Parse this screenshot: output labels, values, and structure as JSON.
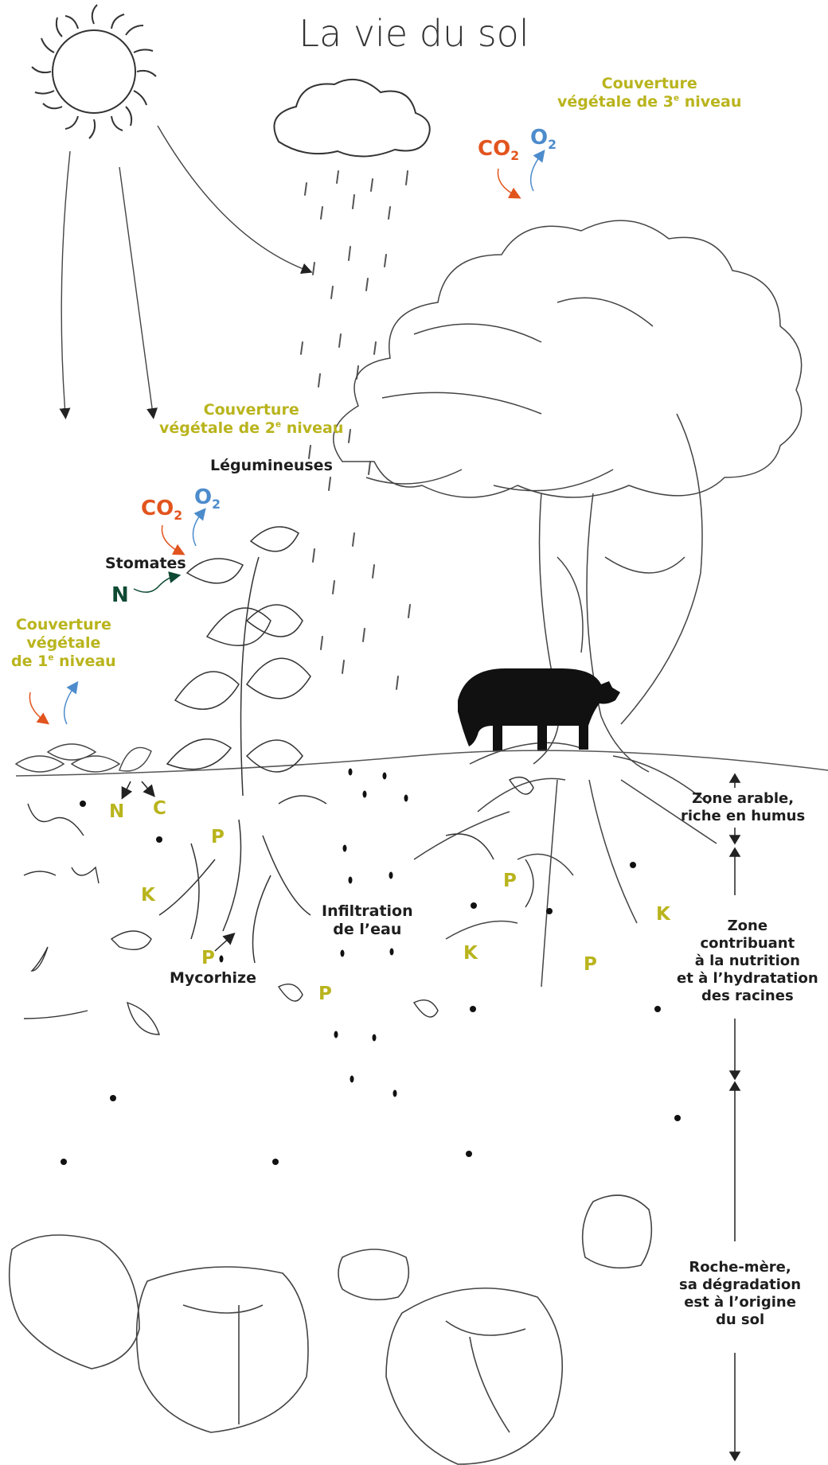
{
  "title": "La vie du sol",
  "canopy3": {
    "line1": "Couverture",
    "line2_prefix": "végétale de 3",
    "line2_sup": "e",
    "line2_suffix": " niveau"
  },
  "canopy2": {
    "line1": "Couverture",
    "line2_prefix": "végétale de 2",
    "line2_sup": "e",
    "line2_suffix": " niveau"
  },
  "canopy1": {
    "line1": "Couverture",
    "line2": "végétale",
    "line3_prefix": "de 1",
    "line3_sup": "e",
    "line3_suffix": " niveau"
  },
  "gases": {
    "co2_main": "CO",
    "co2_sub": "2",
    "o2_main": "O",
    "o2_sub": "2",
    "nitrogen": "N"
  },
  "labels": {
    "legumes": "Légumineuses",
    "stomata": "Stomates",
    "infiltration_1": "Infiltration",
    "infiltration_2": "de l’eau",
    "mycorrhiza": "Mycorhize"
  },
  "nutrients": {
    "nitrogen": "N",
    "carbon": "C",
    "phosphorus": "P",
    "potassium": "K"
  },
  "zones": {
    "arable": [
      "Zone arable,",
      "riche en humus"
    ],
    "nutrition": [
      "Zone",
      "contribuant",
      "à la nutrition",
      "et à l’hydratation",
      "des racines"
    ],
    "bedrock": [
      "Roche-mère,",
      "sa dégradation",
      "est à l’origine",
      "du sol"
    ]
  },
  "colors": {
    "co2": "#e2541e",
    "o2": "#4d8ccc",
    "nitrogen_gas": "#0f4a33",
    "canopy_text": "#b9b41d",
    "ink": "#1e1e1e"
  }
}
